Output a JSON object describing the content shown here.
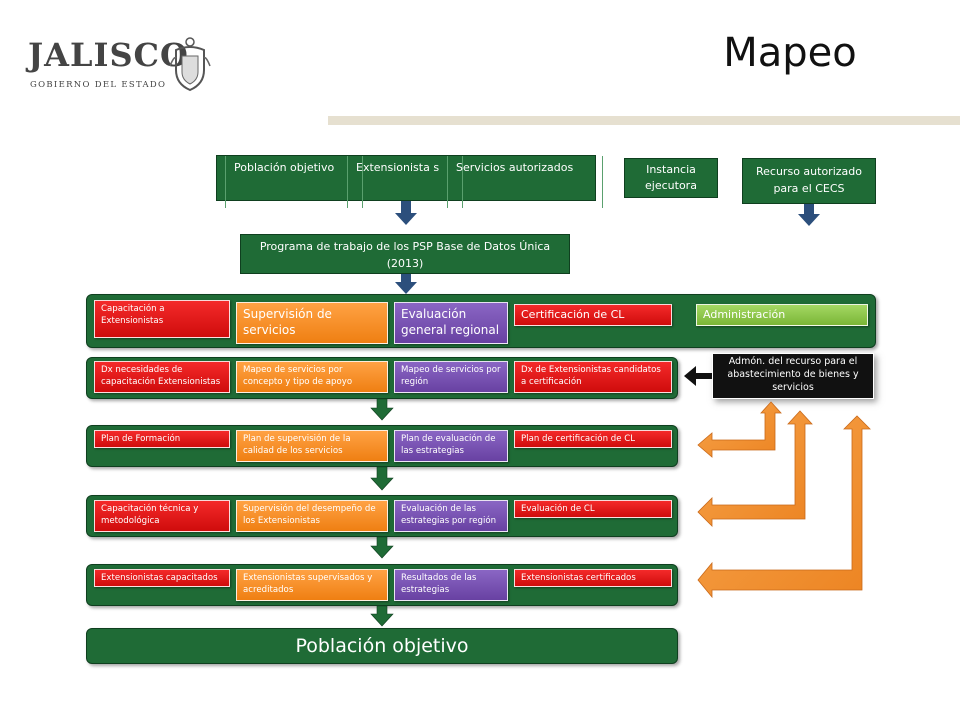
{
  "header": {
    "title": "Mapeo",
    "logo_word": "JALISCO",
    "logo_subtitle": "GOBIERNO DEL ESTADO"
  },
  "top_row": {
    "cells": [
      "Población objetivo",
      "Extensionista s",
      "Servicios autorizados"
    ],
    "instancia": "Instancia ejecutora",
    "recurso": "Recurso autorizado para el CECS"
  },
  "programa": "Programa de trabajo de los PSP Base de Datos Única (2013)",
  "band_headers": {
    "capacitacion": "Capacitación a Extensionistas",
    "supervision": "Supervisión de servicios",
    "evaluacion": "Evaluación general regional",
    "certificacion": "Certificación de CL",
    "administracion": "Administración"
  },
  "rows": {
    "row1": [
      "Dx necesidades de capacitación Extensionistas",
      "Mapeo de servicios por concepto y tipo de apoyo",
      "Mapeo de servicios por región",
      "Dx de Extensionistas candidatos a certificación"
    ],
    "row2": [
      "Plan de Formación",
      "Plan de supervisión de la calidad de los servicios",
      "Plan de evaluación de las estrategias",
      "Plan de certificación de CL"
    ],
    "row3": [
      "Capacitación técnica y metodológica",
      "Supervisión del desempeño de los Extensionistas",
      "Evaluación de las estrategias por región",
      "Evaluación de CL"
    ],
    "row4": [
      "Extensionistas capacitados",
      "Extensionistas supervisados y acreditados",
      "Resultados de las estrategias",
      "Extensionistas certificados"
    ]
  },
  "admon": "Admón. del recurso para el abastecimiento de bienes y servicios",
  "poblacion_final": "Población objetivo",
  "colors": {
    "dark_green": "#1f6b36",
    "red": "#e01414",
    "orange": "#f7901e",
    "purple": "#7550b2",
    "light_green": "#8cc84b",
    "arrow_blue": "#2c4f7c",
    "arrow_orange": "#f39a3a"
  }
}
